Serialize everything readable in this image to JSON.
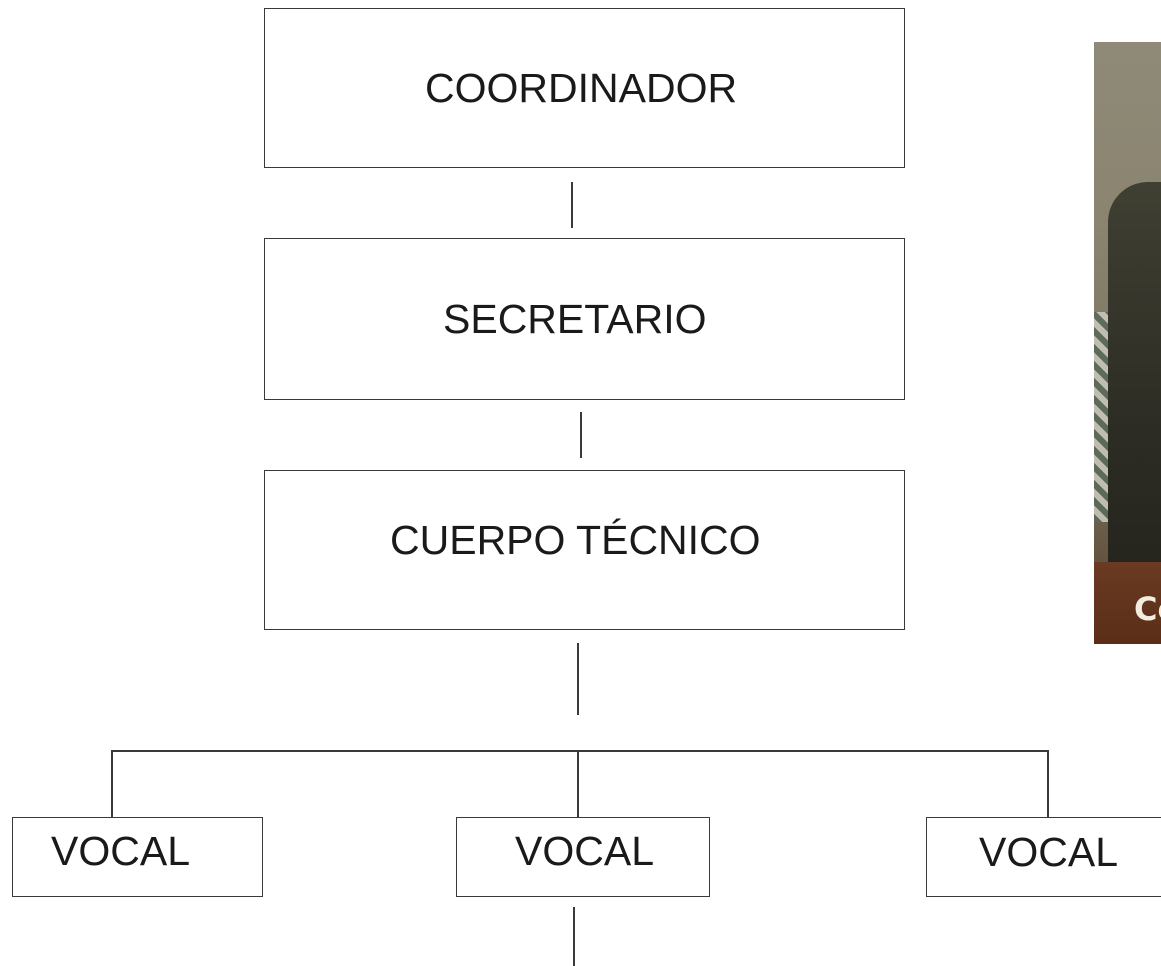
{
  "org_chart": {
    "coordinador": "COORDINADOR",
    "secretario": "SECRETARIO",
    "cuerpo_tecnico": "CUERPO TÉCNICO",
    "vocales": [
      "VOCAL",
      "VOCAL",
      "VOCAL"
    ]
  },
  "photo": {
    "caption_fragment": "Co"
  }
}
